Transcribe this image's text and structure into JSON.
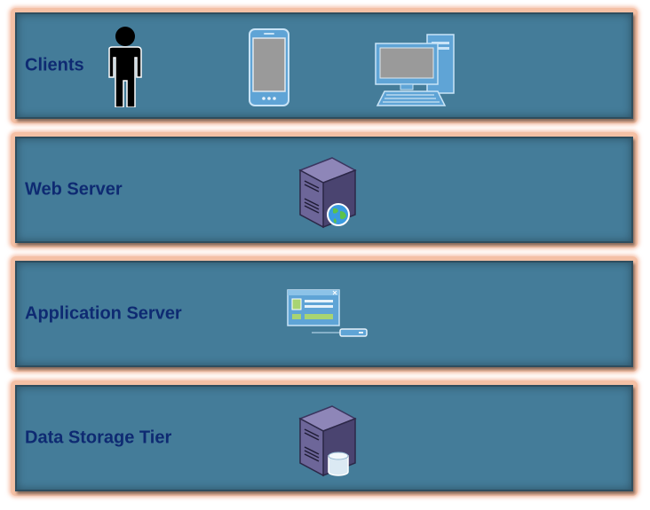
{
  "tiers": [
    {
      "label": "Clients",
      "icons": [
        "person-icon",
        "smartphone-icon",
        "desktop-computer-icon"
      ]
    },
    {
      "label": "Web Server",
      "icons": [
        "web-server-icon"
      ]
    },
    {
      "label": "Application Server",
      "icons": [
        "application-server-icon"
      ]
    },
    {
      "label": "Data Storage Tier",
      "icons": [
        "database-server-icon"
      ]
    }
  ],
  "colors": {
    "tier_fill": "#447c99",
    "tier_glow": "#f4c0a5",
    "label_text": "#0e2a72"
  }
}
